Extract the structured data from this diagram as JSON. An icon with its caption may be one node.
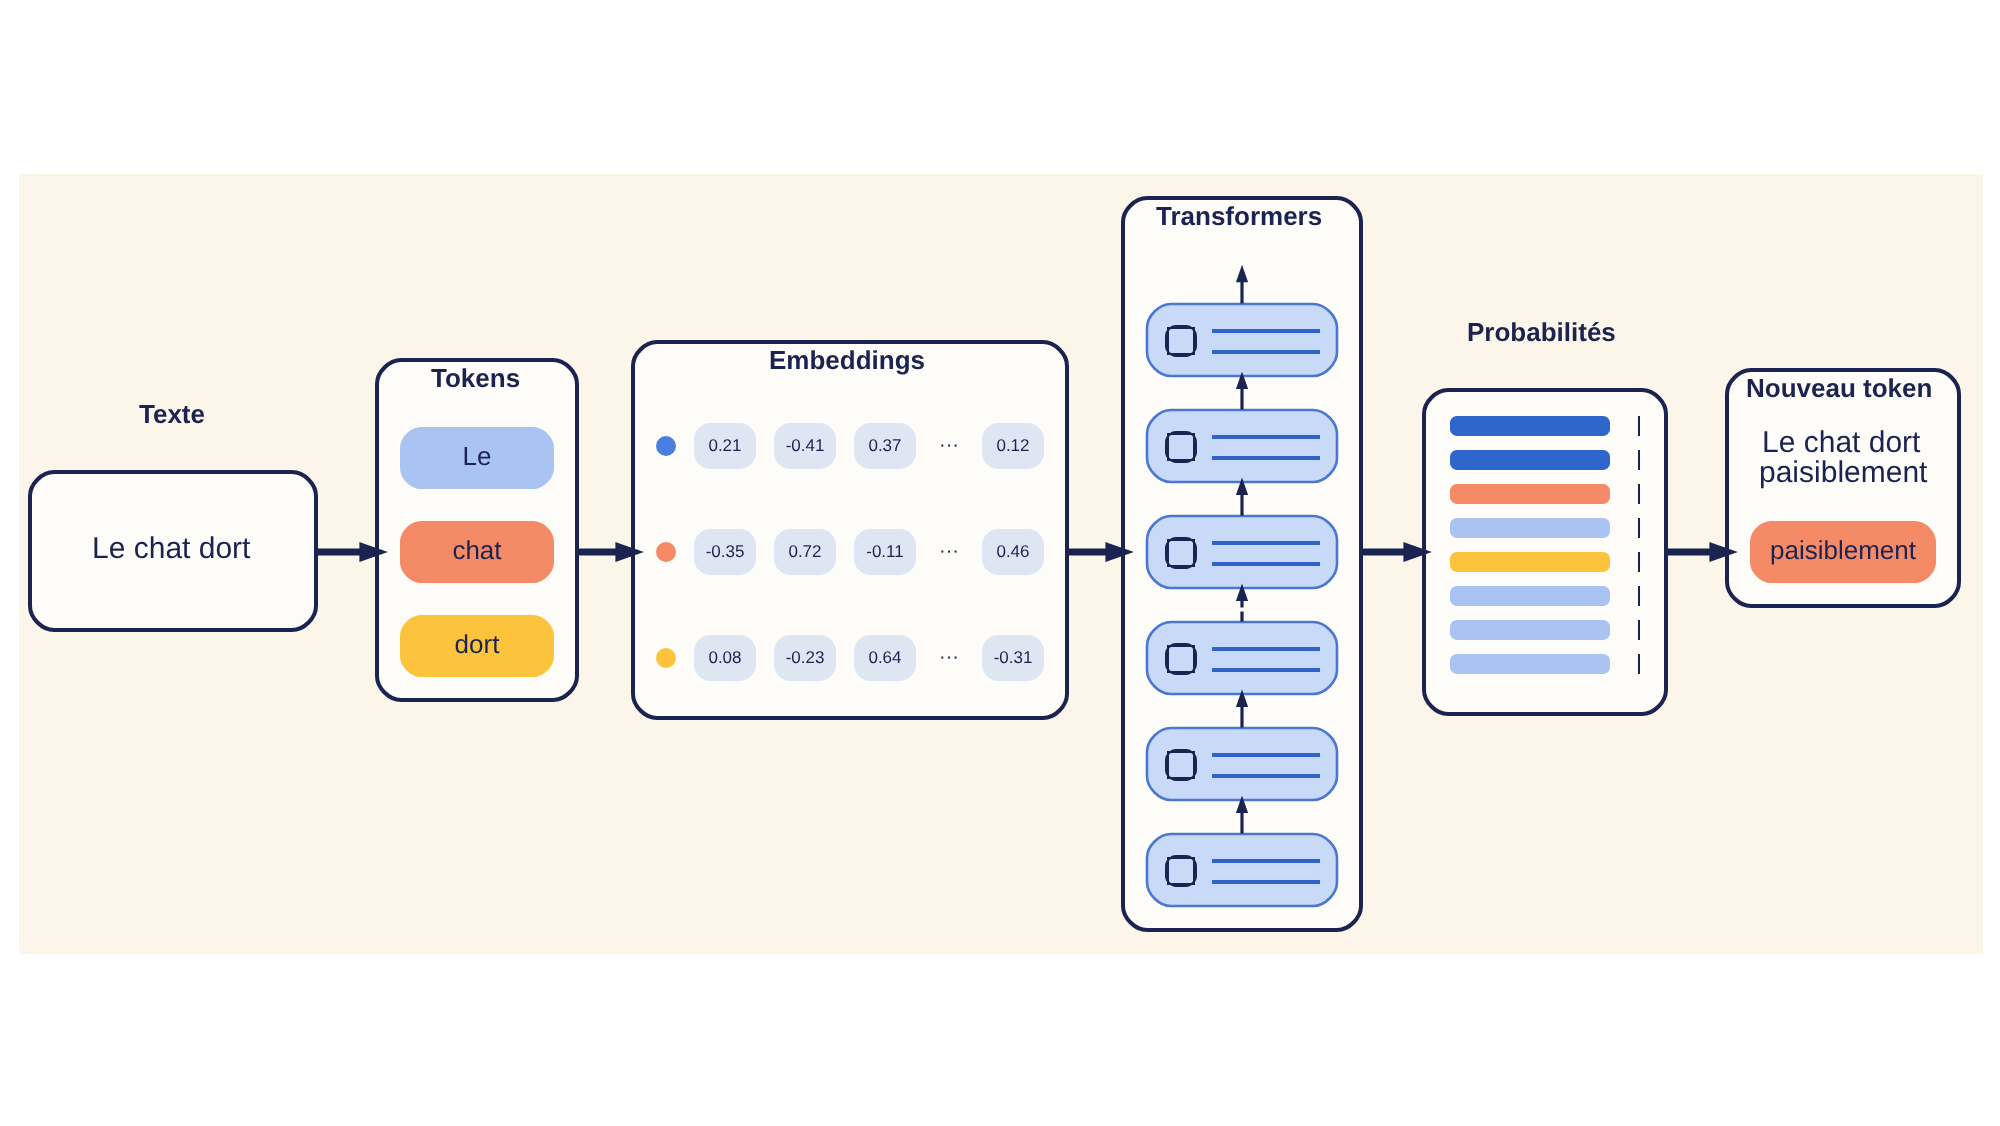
{
  "diagram": {
    "nodes": [
      {
        "text": [
          "Texte",
          "Le chat dort"
        ]
      },
      {
        "text": [
          "Tokens"
        ]
      },
      {
        "text": [
          "Le"
        ],
        "in": 1
      },
      {
        "text": [
          "chat"
        ],
        "in": 1
      },
      {
        "text": [
          "dort"
        ],
        "in": 1
      },
      {
        "text": [
          "Embeddings"
        ]
      },
      {
        "text": [],
        "shape": "circle",
        "in": 5
      },
      {
        "text": [
          "0.21"
        ],
        "in": 5
      },
      {
        "text": [
          "-0.41"
        ],
        "in": 5
      },
      {
        "text": [
          "0.37"
        ],
        "in": 5
      },
      {
        "text": [
          "0.12"
        ],
        "in": 5
      },
      {
        "text": [],
        "shape": "circle",
        "in": 5
      },
      {
        "text": [
          "-0.35"
        ],
        "in": 5
      },
      {
        "text": [
          "0.72"
        ],
        "in": 5
      },
      {
        "text": [
          "-0.11"
        ],
        "in": 5
      },
      {
        "text": [
          "0.46"
        ],
        "in": 5
      },
      {
        "text": [],
        "shape": "circle",
        "in": 5
      },
      {
        "text": [
          "0.08"
        ],
        "in": 5
      },
      {
        "text": [
          "-0.23"
        ],
        "in": 5
      },
      {
        "text": [
          "0.64"
        ],
        "in": 5
      },
      {
        "text": [
          "-0.31"
        ],
        "in": 5
      },
      {
        "text": [
          "Transformers"
        ]
      },
      {
        "text": [],
        "shape": "box",
        "in": 21
      },
      {
        "text": [],
        "shape": "box",
        "in": 21
      },
      {
        "text": [],
        "shape": "box",
        "in": 21
      },
      {
        "text": [],
        "shape": "box",
        "in": 21
      },
      {
        "text": [],
        "shape": "box",
        "in": 21
      },
      {
        "text": [],
        "shape": "box",
        "in": 21
      },
      {
        "text": [
          "Probabilités"
        ]
      },
      {
        "text": [
          "Nouveau token",
          "Le chat dort paisiblement"
        ]
      },
      {
        "text": [
          "paisiblement"
        ],
        "in": 29
      }
    ],
    "edges": [
      {
        "from": 0,
        "to": 1,
        "arrow": "to",
        "style": "thick"
      },
      {
        "from": 1,
        "to": 5,
        "arrow": "to",
        "style": "thick"
      },
      {
        "from": 5,
        "to": 21,
        "arrow": "to",
        "style": "thick"
      },
      {
        "from": 27,
        "to": 26,
        "arrow": "to"
      },
      {
        "from": 26,
        "to": 25,
        "arrow": "to"
      },
      {
        "from": 25,
        "to": 24,
        "arrow": "to",
        "style": "dashed"
      },
      {
        "from": 24,
        "to": 23,
        "arrow": "to"
      },
      {
        "from": 23,
        "to": 22,
        "arrow": "to"
      },
      {
        "from": 22,
        "to": null,
        "arrow": "to"
      },
      {
        "from": 21,
        "to": 28,
        "arrow": "to",
        "style": "thick"
      },
      {
        "from": 28,
        "to": 29,
        "arrow": "to",
        "style": "thick"
      }
    ],
    "labels": [
      "···",
      "···",
      "···"
    ]
  }
}
